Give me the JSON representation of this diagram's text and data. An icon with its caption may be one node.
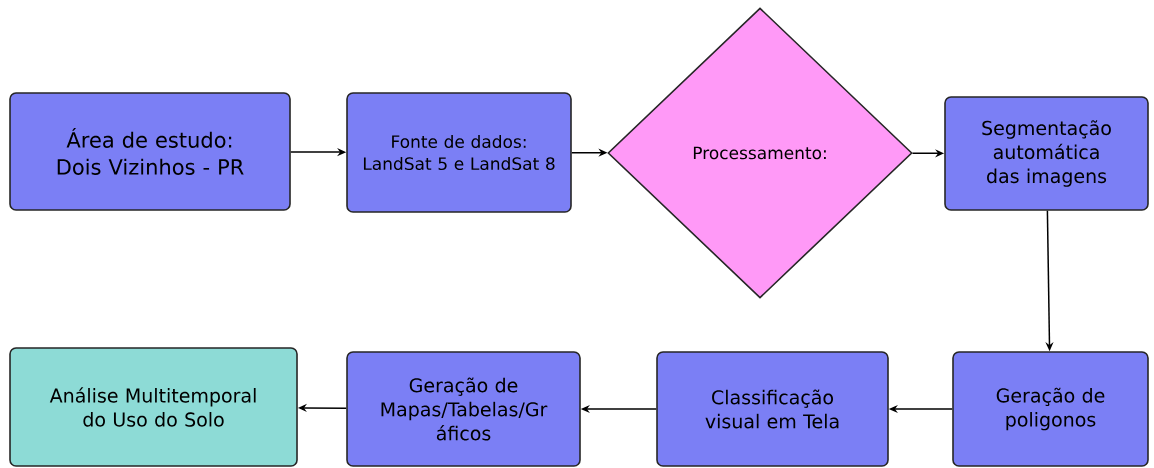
{
  "diagram": {
    "nodes": [
      {
        "text": [
          "Área de estudo: Dois Vizinhos - PR"
        ]
      },
      {
        "text": [
          "Fonte de dados: LandSat 5 e LandSat 8"
        ]
      },
      {
        "text": [
          "Processamento:"
        ]
      },
      {
        "text": [
          "Segmentação automática das imagens"
        ]
      },
      {
        "text": [
          "Geração de poligonos"
        ]
      },
      {
        "text": [
          "Classificação visual em Tela"
        ]
      },
      {
        "text": [
          "Geração de Mapas/Tabelas/Gr áficos"
        ]
      },
      {
        "text": [
          "Análise Multitemporal do Uso do Solo"
        ]
      }
    ],
    "edges": [
      {
        "from": 0,
        "to": 1,
        "arrow": "to"
      },
      {
        "from": 1,
        "to": 2,
        "arrow": "to"
      },
      {
        "from": 2,
        "to": 3,
        "arrow": "to"
      },
      {
        "from": 3,
        "to": 4,
        "arrow": "to"
      },
      {
        "from": 4,
        "to": 5,
        "arrow": "to"
      },
      {
        "from": 5,
        "to": 6,
        "arrow": "to"
      },
      {
        "from": 6,
        "to": 7,
        "arrow": "to"
      }
    ]
  }
}
